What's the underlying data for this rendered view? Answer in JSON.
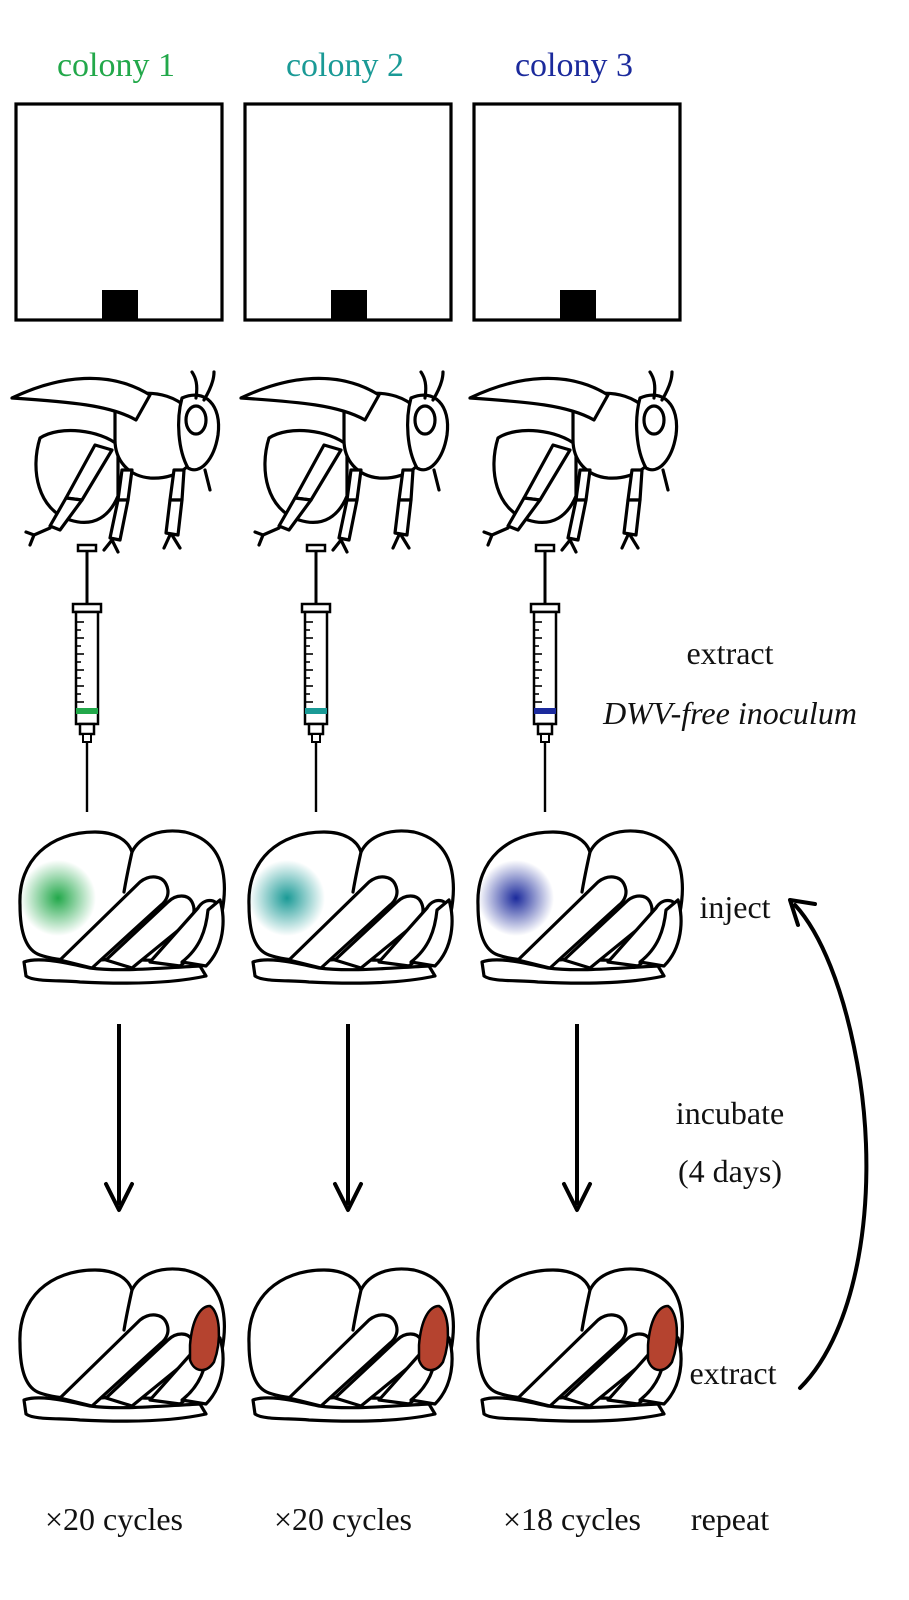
{
  "colonies": [
    {
      "label": "colony 1",
      "color": "#22a84a",
      "cycles": "×20 cycles"
    },
    {
      "label": "colony 2",
      "color": "#1a9a96",
      "cycles": "×20 cycles"
    },
    {
      "label": "colony 3",
      "color": "#1b2a9c",
      "cycles": "×18 cycles"
    }
  ],
  "steps": {
    "extract_line1": "extract",
    "extract_line2": "DWV-free inoculum",
    "inject": "inject",
    "incubate_line1": "incubate",
    "incubate_line2": "(4 days)",
    "extract_final": "extract",
    "repeat": "repeat"
  },
  "infection_color": "#b5432f",
  "icons": [
    "hive-box-icon",
    "bee-icon",
    "syringe-icon",
    "pupa-icon",
    "arrow-down-icon",
    "loop-arrow-icon"
  ]
}
